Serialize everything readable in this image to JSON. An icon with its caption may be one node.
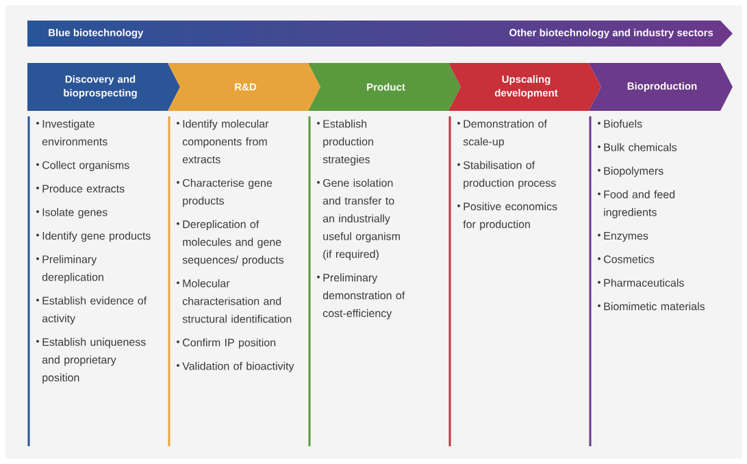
{
  "diagram": {
    "nodes": [
      {
        "text": [
          "Blue biotechnology",
          "Other biotechnology and industry sectors"
        ]
      },
      {
        "text": [
          "Discovery and bioprospecting"
        ],
        "beside": [
          "Investigate environments",
          "Collect organisms",
          "Produce extracts",
          "Isolate genes",
          "Identify gene products",
          "Preliminary dereplication",
          "Establish evidence of activity",
          "Establish uniqueness and proprietary position"
        ]
      },
      {
        "text": [
          "R&D"
        ],
        "beside": [
          "Identify molecular components from extracts",
          "Characterise gene products",
          "Dereplication of molecules and gene sequences/ products",
          "Molecular characterisation and structural identification",
          "Confirm IP position",
          "Validation of bioactivity"
        ]
      },
      {
        "text": [
          "Product"
        ],
        "beside": [
          "Establish production strategies",
          "Gene isolation and transfer to an industrially useful organism (if required)",
          "Preliminary demonstration of cost-efficiency"
        ]
      },
      {
        "text": [
          "Upscaling development"
        ],
        "beside": [
          "Demonstration of scale-up",
          "Stabilisation of production process",
          "Positive economics for production"
        ]
      },
      {
        "text": [
          "Bioproduction"
        ],
        "beside": [
          "Biofuels",
          "Bulk chemicals",
          "Biopolymers",
          "Food and feed ingredients",
          "Enzymes",
          "Cosmetics",
          "Pharmaceuticals",
          "Biomimetic materials"
        ]
      }
    ]
  }
}
